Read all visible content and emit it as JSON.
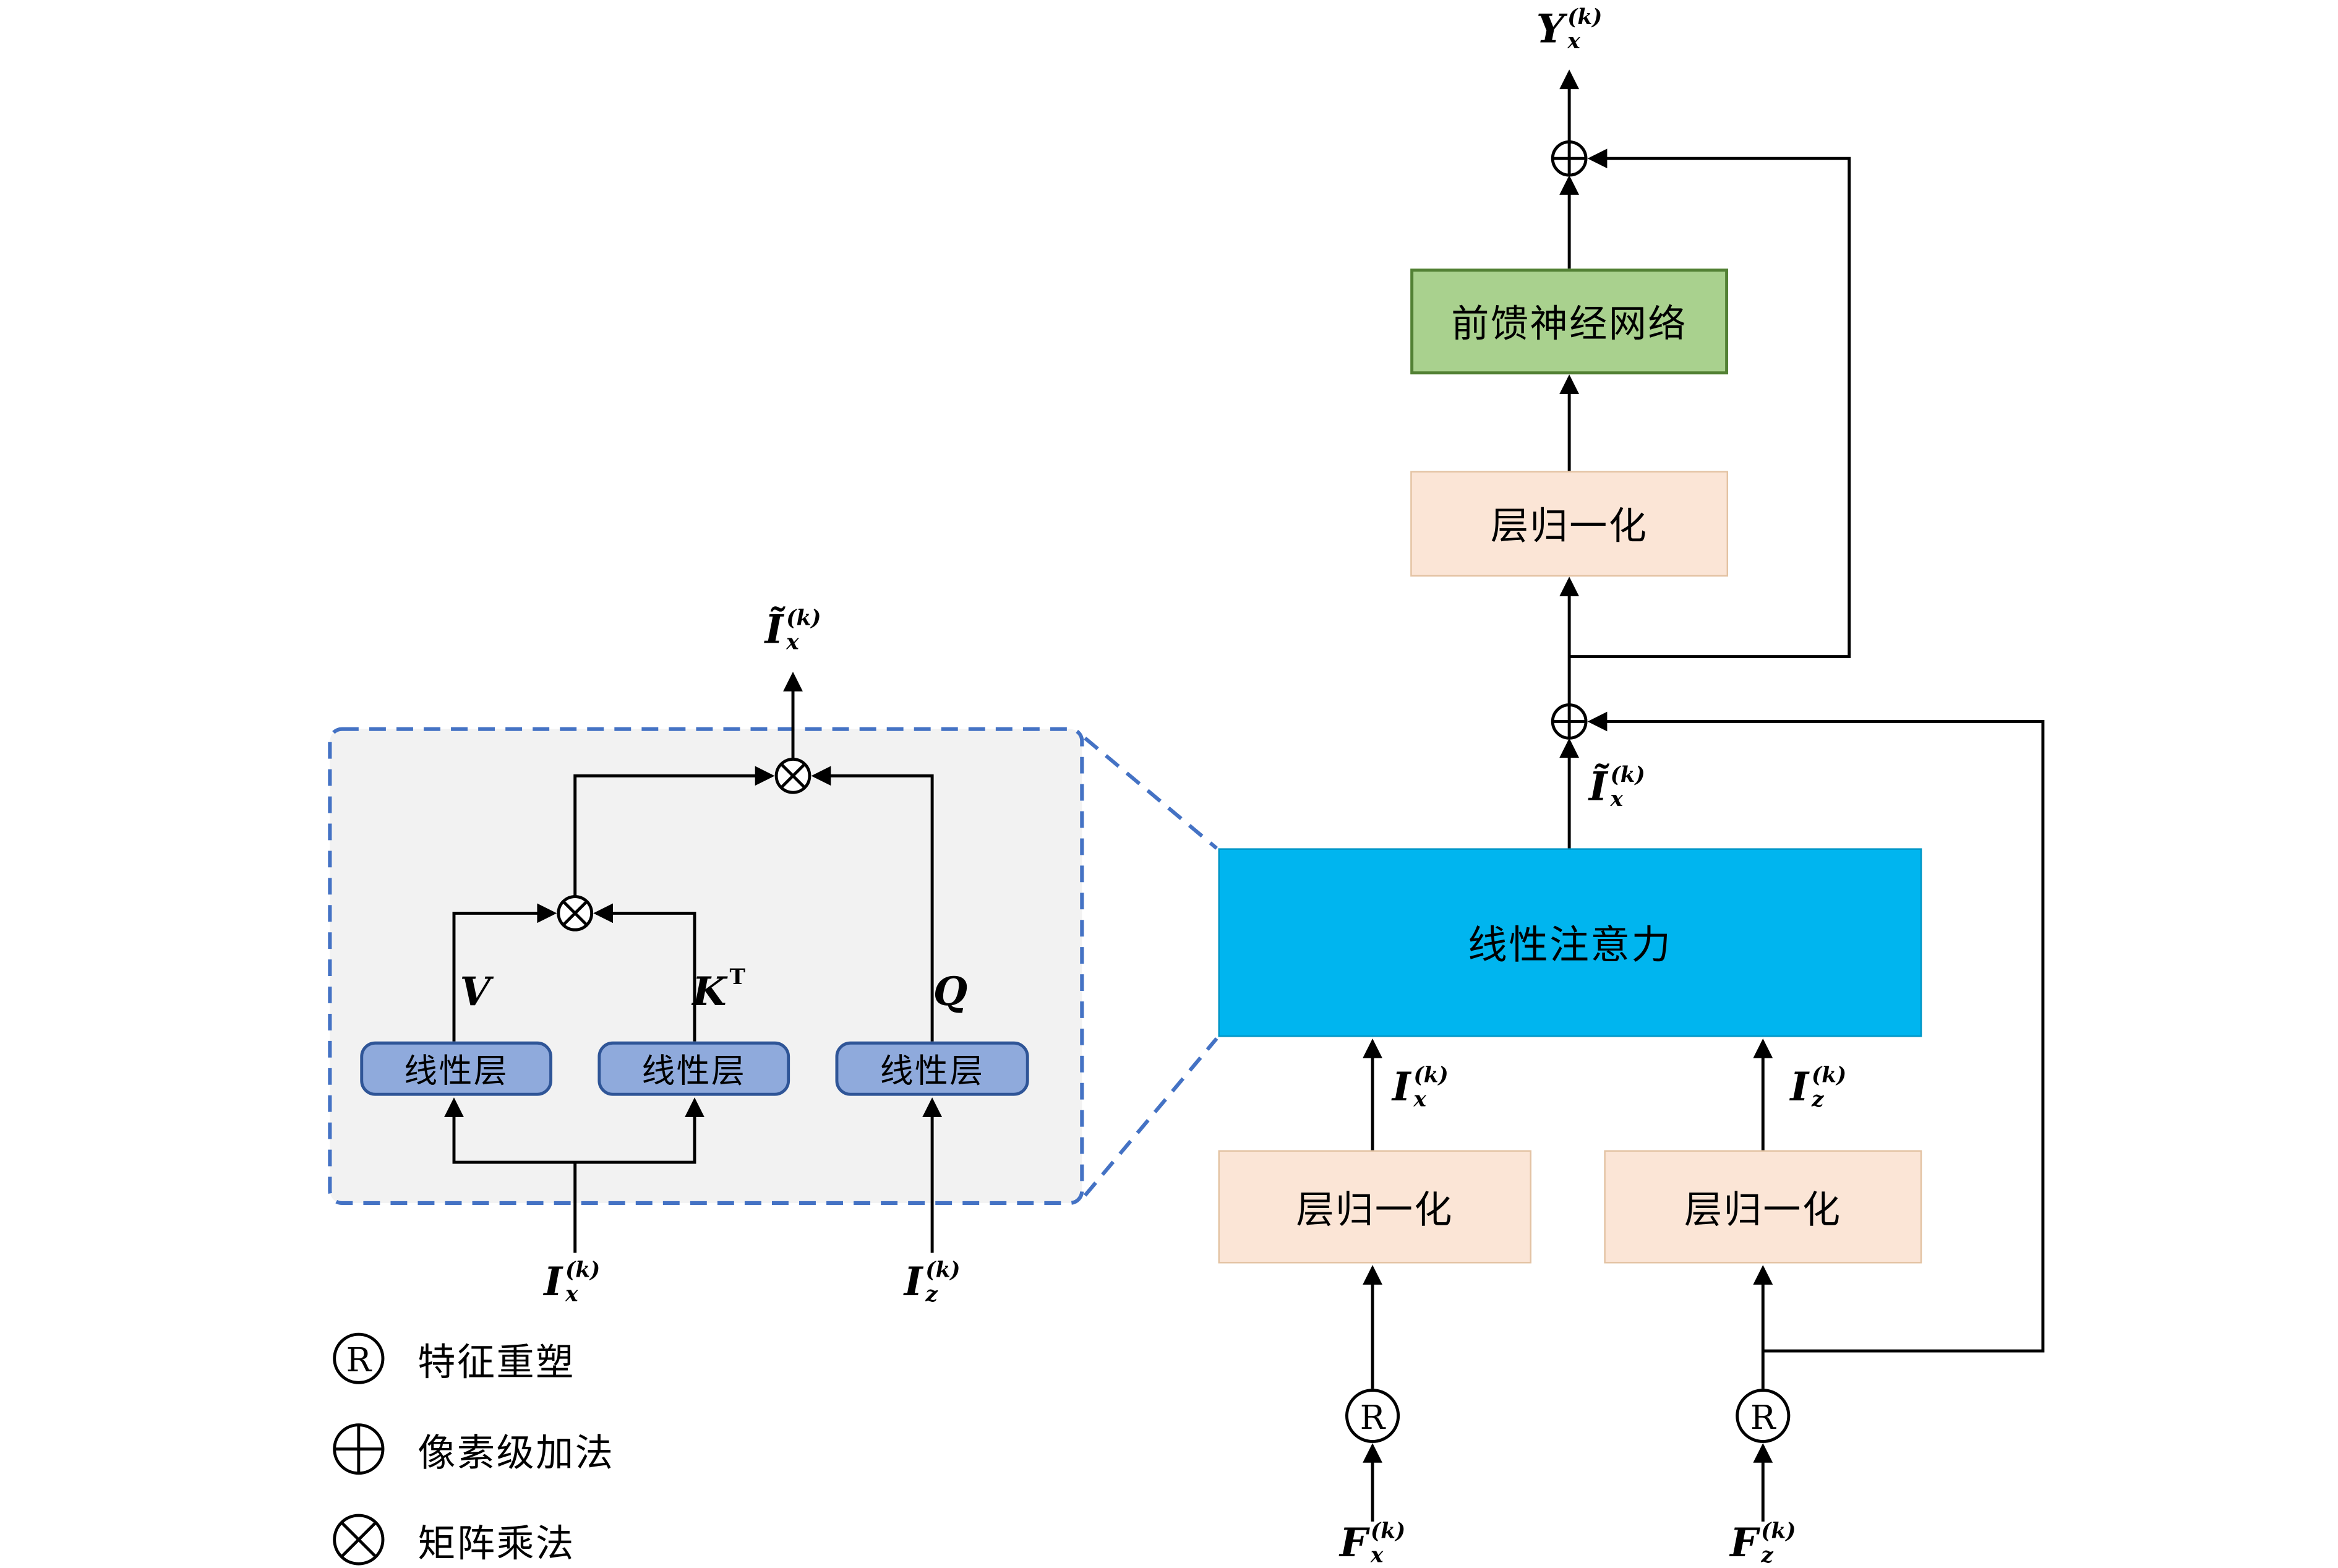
{
  "diagram": {
    "boxes": {
      "ffn": "前馈神经网络",
      "layernorm": "层归一化",
      "linear_attention": "线性注意力",
      "linear_layer": "线性层"
    },
    "symbols": {
      "reshape": "R"
    },
    "legend": {
      "items": [
        {
          "symbol": "R",
          "label": "特征重塑"
        },
        {
          "symbol": "+",
          "label": "像素级加法"
        },
        {
          "symbol": "×",
          "label": "矩阵乘法"
        }
      ]
    },
    "math": {
      "y_out": {
        "base": "Y",
        "sup": "(k)",
        "sub": "x"
      },
      "i_tilde_x": {
        "base": "Ĩ",
        "sup": "(k)",
        "sub": "x"
      },
      "i_x": {
        "base": "I",
        "sup": "(k)",
        "sub": "x"
      },
      "i_z": {
        "base": "I",
        "sup": "(k)",
        "sub": "z"
      },
      "f_x": {
        "base": "F",
        "sup": "(k)",
        "sub": "x"
      },
      "f_z": {
        "base": "F",
        "sup": "(k)",
        "sub": "z"
      },
      "v": {
        "base": "V"
      },
      "kt": {
        "base": "K",
        "sup": "T"
      },
      "q": {
        "base": "Q"
      }
    },
    "colors": {
      "attention_fill": "#00B5EF",
      "ffn_fill": "#A9D18E",
      "ffn_border": "#538135",
      "layernorm_fill": "#FBE5D6",
      "linear_layer_fill": "#8FAADC",
      "linear_layer_border": "#2F5597",
      "panel_border": "#4472C4",
      "panel_fill": "#F2F2F2",
      "line": "#000000"
    }
  }
}
